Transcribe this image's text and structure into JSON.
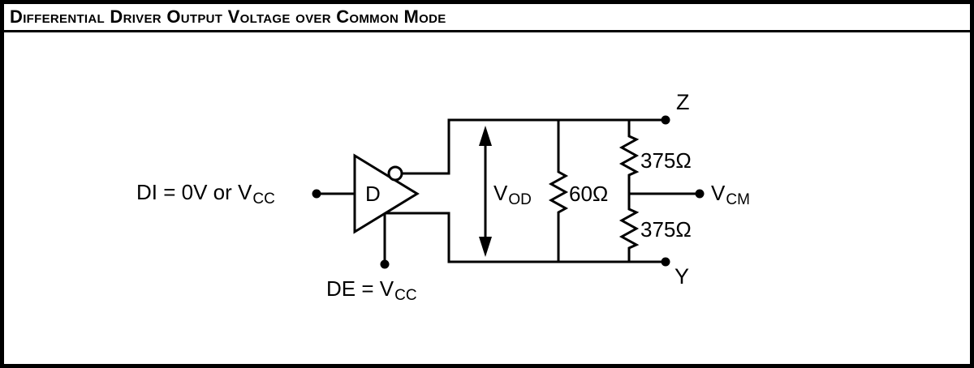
{
  "title": "Differential Driver Output Voltage over Common Mode",
  "colors": {
    "line": "#000000",
    "background": "#ffffff"
  },
  "driver": {
    "gate_label": "D",
    "input_label": {
      "pre": "DI = 0V or V",
      "sub": "CC"
    },
    "enable_label": {
      "pre": "DE = V",
      "sub": "CC"
    }
  },
  "measurements": {
    "vod_label": {
      "pre": "V",
      "sub": "OD"
    },
    "vcm_label": {
      "pre": "V",
      "sub": "CM"
    }
  },
  "resistors": {
    "r60_label": "60Ω",
    "r375_top_label": "375Ω",
    "r375_bottom_label": "375Ω"
  },
  "terminals": {
    "z_label": "Z",
    "y_label": "Y"
  }
}
